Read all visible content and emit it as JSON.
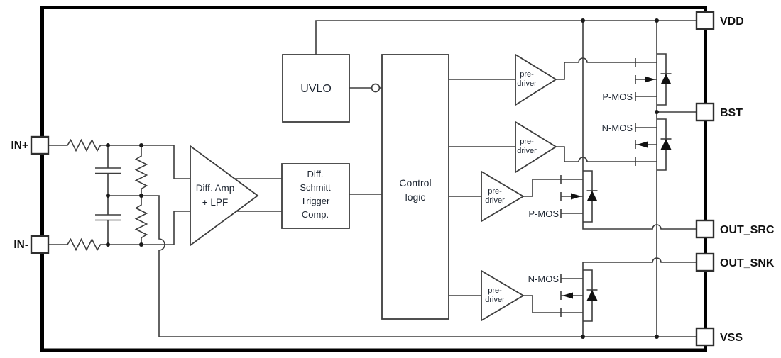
{
  "diagram": {
    "pins": {
      "left": [
        {
          "label": "IN+"
        },
        {
          "label": "IN-"
        }
      ],
      "right": [
        {
          "label": "VDD"
        },
        {
          "label": "BST"
        },
        {
          "label": "OUT_SRC"
        },
        {
          "label": "OUT_SNK"
        },
        {
          "label": "VSS"
        }
      ]
    },
    "blocks": {
      "uvlo": {
        "label": "UVLO"
      },
      "diff_amp": {
        "lines": [
          "Diff. Amp",
          "+ LPF"
        ]
      },
      "schmitt": {
        "lines": [
          "Diff.",
          "Schmitt",
          "Trigger",
          "Comp."
        ]
      },
      "control": {
        "lines": [
          "Control",
          "logic"
        ]
      },
      "predriver": {
        "lines": [
          "pre-",
          "driver"
        ]
      }
    },
    "transistors": [
      {
        "label": "P-MOS"
      },
      {
        "label": "N-MOS"
      },
      {
        "label": "P-MOS"
      },
      {
        "label": "N-MOS"
      }
    ],
    "colors": {
      "background": "#ffffff",
      "chip_border": "#000000",
      "wire": "#3d3d3d",
      "text": "#1c2430",
      "pin_text": "#111111"
    }
  }
}
